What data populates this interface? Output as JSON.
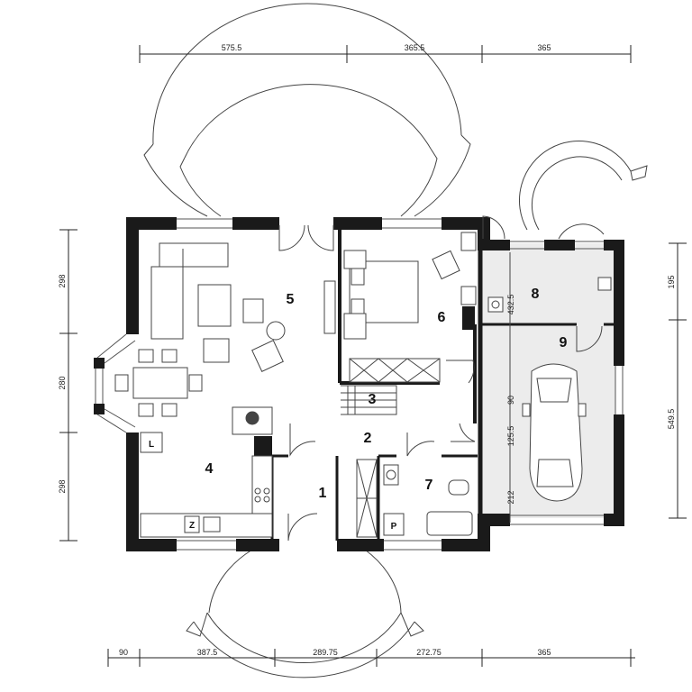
{
  "dimensions": {
    "top": [
      "575.5",
      "365.5",
      "365"
    ],
    "bottom": [
      "90",
      "387.5",
      "289.75",
      "272.75",
      "365"
    ],
    "left": [
      "298",
      "280",
      "298"
    ],
    "right": [
      "195",
      "549.5"
    ],
    "interior": [
      "432.5",
      "90",
      "125.5",
      "212"
    ]
  },
  "rooms": [
    "1",
    "2",
    "3",
    "4",
    "5",
    "6",
    "7",
    "8",
    "9"
  ],
  "fixtures": {
    "fridge": "L",
    "stove_cabinet": "Z",
    "heater": "P"
  }
}
